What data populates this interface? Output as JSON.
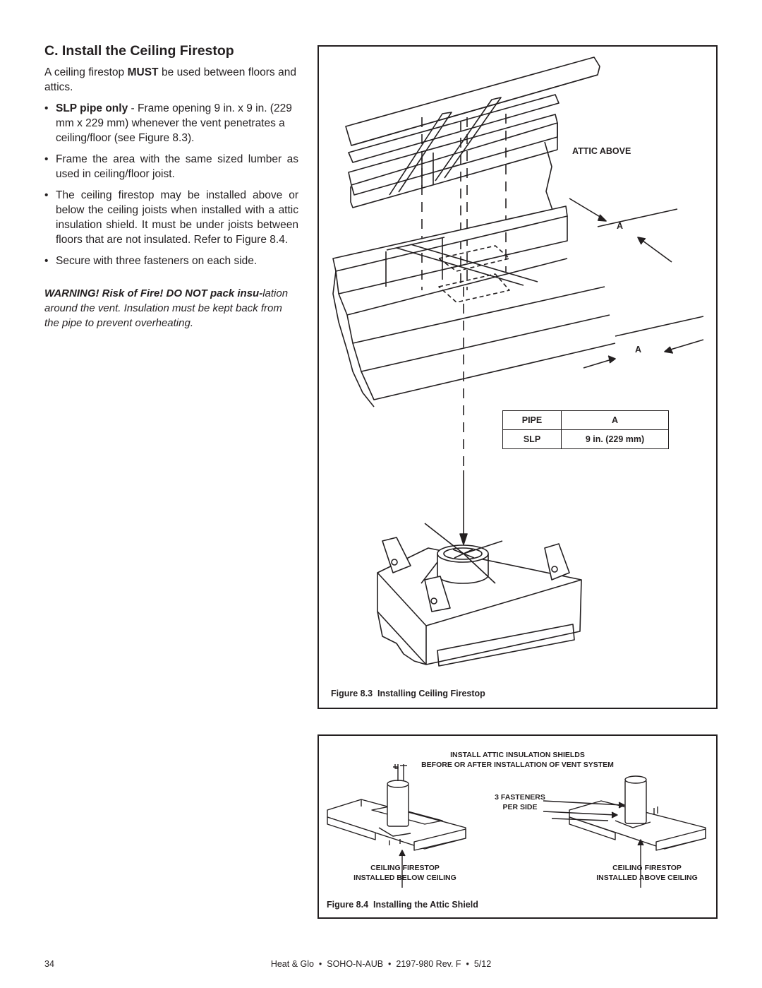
{
  "heading": "C. Install the Ceiling Firestop",
  "intro": {
    "before": "A ceiling firestop ",
    "emphasis": "MUST",
    "after": " be used between floors and attics."
  },
  "bullets": [
    {
      "bold": "SLP pipe only",
      "text": " - Frame opening 9 in.  x 9 in. (229 mm x 229 mm) whenever the vent penetrates a ceiling/floor (see Figure 8.3)."
    },
    {
      "bold": "",
      "text": "Frame the area with the same sized lumber as used in ceiling/floor joist."
    },
    {
      "bold": "",
      "text": "The ceiling firestop may be installed above or below the ceiling joists when installed with a attic insulation shield. It must be under joists between floors that are not insulated.  Refer to Figure 8.4."
    },
    {
      "bold": "",
      "text": "Secure with three fasteners on each side."
    }
  ],
  "warning": {
    "bold": "WARNING! Risk of Fire! DO NOT pack insu-",
    "rest": "lation around the vent. Insulation must be kept back from the pipe to prevent overheating."
  },
  "figure_8_3": {
    "attic_label": "ATTIC ABOVE",
    "dim_label_1": "A",
    "dim_label_2": "A",
    "table": {
      "header": [
        "PIPE",
        "A"
      ],
      "row": [
        "SLP",
        "9 in. (229 mm)"
      ]
    },
    "caption_num": "Figure 8.3",
    "caption_text": "Installing Ceiling Firestop"
  },
  "figure_8_4": {
    "top_label_1": "INSTALL ATTIC INSULATION SHIELDS",
    "top_label_2": "BEFORE OR AFTER INSTALLATION OF VENT SYSTEM",
    "fasteners_1": "3 FASTENERS",
    "fasteners_2": "PER SIDE",
    "left_label_1": "CEILING FIRESTOP",
    "left_label_2": "INSTALLED BELOW CEILING",
    "right_label_1": "CEILING FIRESTOP",
    "right_label_2": "INSTALLED ABOVE CEILING",
    "caption_num": "Figure 8.4",
    "caption_text": "Installing the Attic Shield"
  },
  "footer": {
    "page": "34",
    "doc": "Heat & Glo  •  SOHO-N-AUB  •  2197-980 Rev. F  •  5/12"
  }
}
